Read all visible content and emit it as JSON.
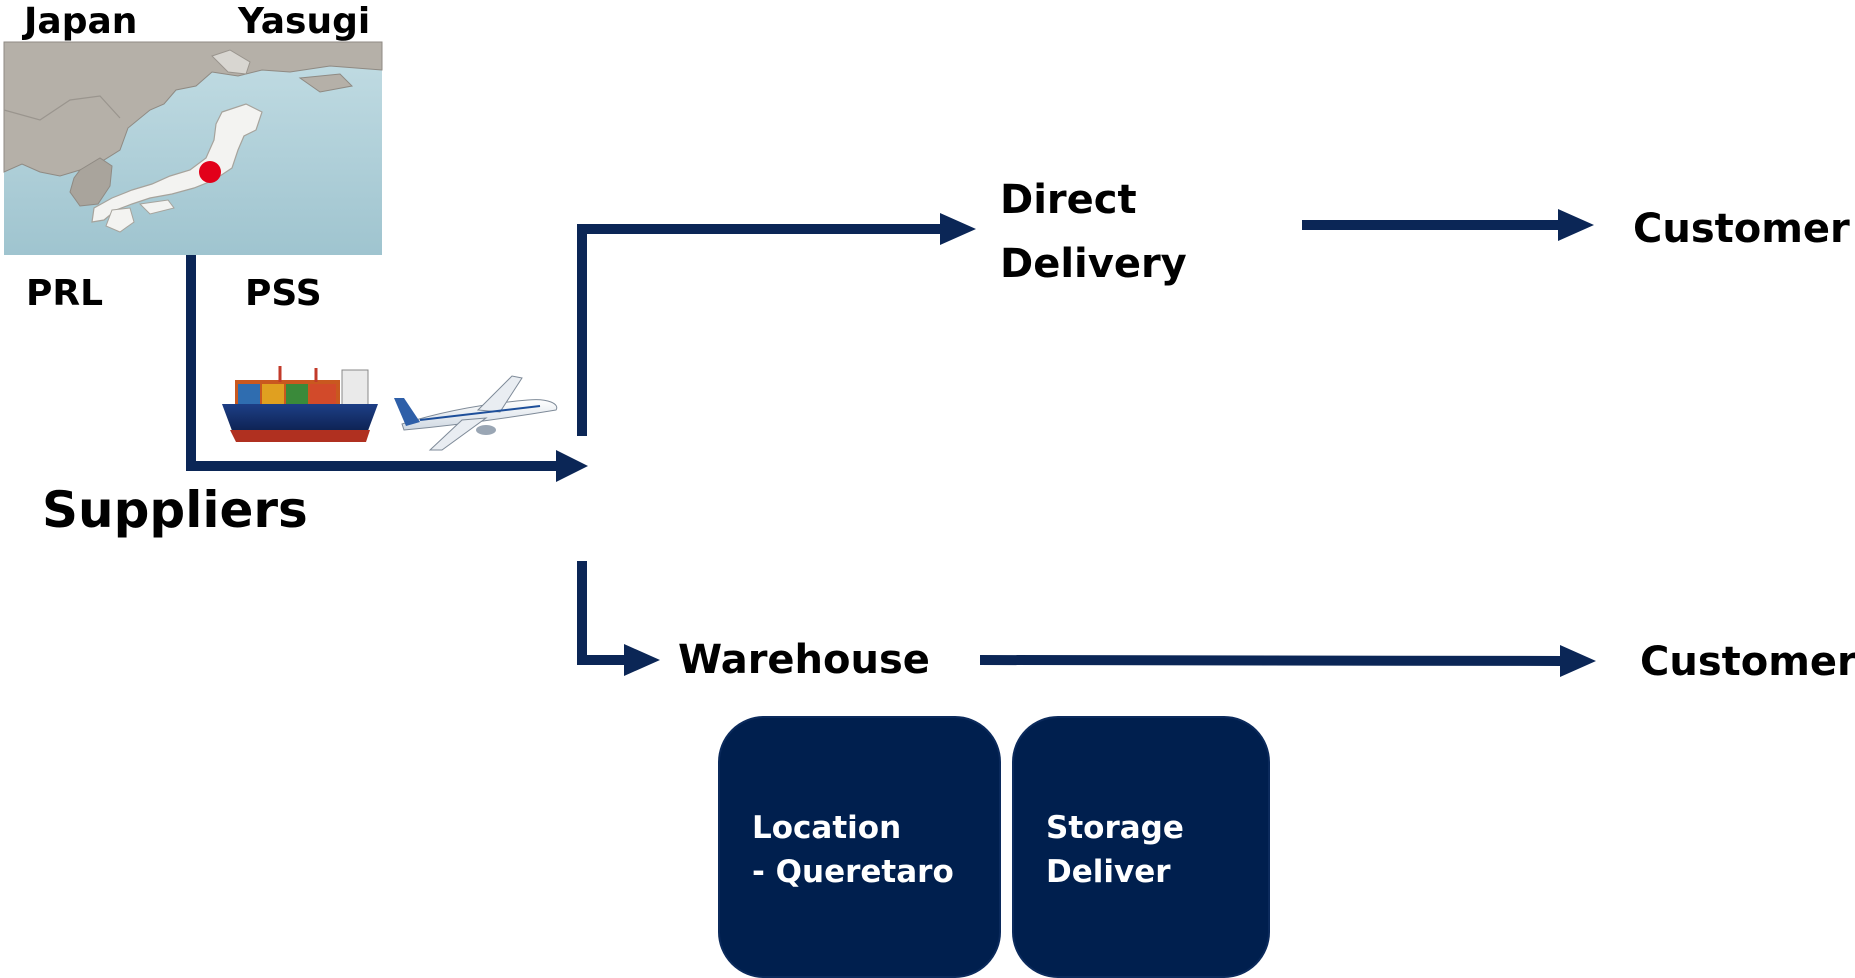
{
  "map": {
    "country_label": "Japan",
    "city_label": "Yasugi",
    "left_label": "PRL",
    "right_label": "PSS"
  },
  "suppliers_label": "Suppliers",
  "direct_delivery": {
    "line1": "Direct",
    "line2": "Delivery"
  },
  "customer_top": "Customer",
  "warehouse_label": "Warehouse",
  "customer_bottom": "Customer",
  "boxes": {
    "location": {
      "line1": "Location",
      "line2": "- Queretaro"
    },
    "storage": {
      "line1": "Storage",
      "line2": "Deliver"
    }
  },
  "colors": {
    "arrow": "#0b2656",
    "box_fill": "#001f4e",
    "box_text": "#ffffff",
    "label_text": "#000000",
    "sea": "#a9cdd8",
    "land": "#b7b2aa",
    "japan_land": "#f3f3f1",
    "flag_red": "#e2001a"
  }
}
